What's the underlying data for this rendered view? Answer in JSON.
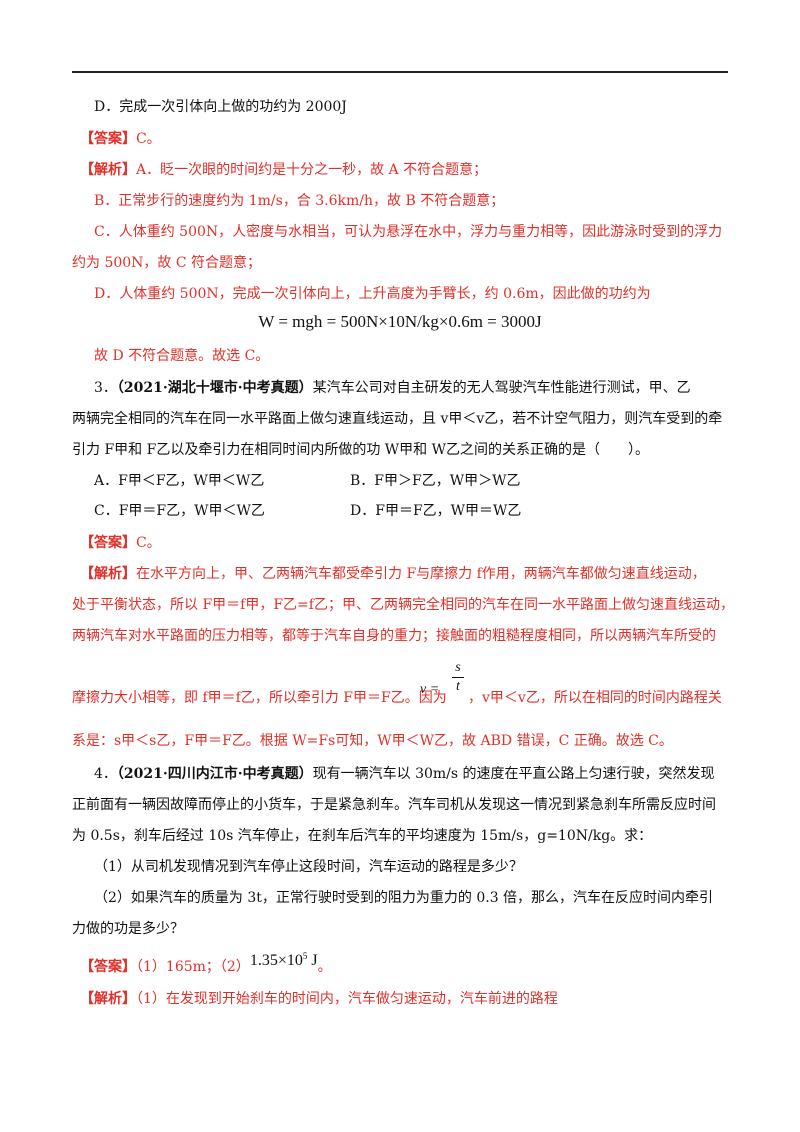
{
  "item_D_prev": "D．完成一次引体向上做的功约为 2000J",
  "answer_tag": "【答案】",
  "analysis_tag": "【解析】",
  "q2": {
    "answer": "C。",
    "a_line": "A．眨一次眼的时间约是十分之一秒，故 A 不符合题意；",
    "b_line": "B．正常步行的速度约为 1m/s，合 3.6km/h，故 B 不符合题意；",
    "c_line1": "C．人体重约 500N，人密度与水相当，可认为悬浮在水中，浮力与重力相等，因此游泳时受到的浮力",
    "c_line2": "约为 500N，故 C 符合题意；",
    "d_line1": "D．人体重约 500N，完成一次引体向上，上升高度为手臂长，约 0.6m，因此做的功约为",
    "formula": "W = mgh = 500N×10N/kg×0.6m = 3000J",
    "d_line3": "故 D 不符合题意。故选 C。"
  },
  "q3": {
    "number": "3．",
    "source": "（2021·湖北十堰市·中考真题）",
    "stem1": "某汽车公司对自主研发的无人驾驶汽车性能进行测试，甲、乙",
    "stem2": "两辆完全相同的汽车在同一水平路面上做匀速直线运动，且 v甲＜v乙，若不计空气阻力，则汽车受到的牵",
    "stem3": "引力 F甲和 F乙以及牵引力在相同时间内所做的功 W甲和 W乙之间的关系正确的是（　　）。",
    "opt_a": "A．F甲＜F乙，W甲＜W乙",
    "opt_b": "B．F甲＞F乙，W甲＞W乙",
    "opt_c": "C．F甲＝F乙，W甲＜W乙",
    "opt_d": "D．F甲＝F乙，W甲＝W乙",
    "answer": "C。",
    "an1": "在水平方向上，甲、乙两辆汽车都受牵引力 F与摩擦力 f作用，两辆汽车都做匀速直线运动，",
    "an2": "处于平衡状态，所以 F甲＝f甲，F乙=f乙；甲、乙两辆完全相同的汽车在同一水平路面上做匀速直线运动，",
    "an3": "两辆汽车对水平路面的压力相等，都等于汽车自身的重力；接触面的粗糙程度相同，所以两辆汽车所受的",
    "an4a": "摩擦力大小相等，即 f甲＝f乙，所以牵引力 F甲＝F乙。因为",
    "frac_lhs": "v =",
    "frac_num": "s",
    "frac_den": "t",
    "an4b": "，v甲＜v乙，所以在相同的时间内路程关",
    "an5": "系是：s甲＜s乙，F甲＝F乙。根据 W=Fs可知，W甲＜W乙，故 ABD 错误，C 正确。故选 C。"
  },
  "q4": {
    "number": "4．",
    "source": "（2021·四川内江市·中考真题）",
    "stem1": "现有一辆汽车以 30m/s 的速度在平直公路上匀速行驶，突然发现",
    "stem2": "正前面有一辆因故障而停止的小货车，于是紧急刹车。汽车司机从发现这一情况到紧急刹车所需反应时间",
    "stem3": "为 0.5s，刹车后经过 10s 汽车停止，在刹车后汽车的平均速度为 15m/s，g=10N/kg。求：",
    "sub1": "（1）从司机发现情况到汽车停止这段时间，汽车运动的路程是多少？",
    "sub2a": "（2）如果汽车的质量为 3t，正常行驶时受到的阻力为重力的 0.3 倍，那么，汽车在反应时间内牵引",
    "sub2b": "力做的功是多少？",
    "answer": "（1）165m；（2）",
    "answer_val": "1.35×10",
    "answer_exp": "5",
    "answer_unit": " J",
    "answer_end": "。",
    "an1": "（1）在发现到开始刹车的时间内，汽车做匀速运动，汽车前进的路程"
  }
}
